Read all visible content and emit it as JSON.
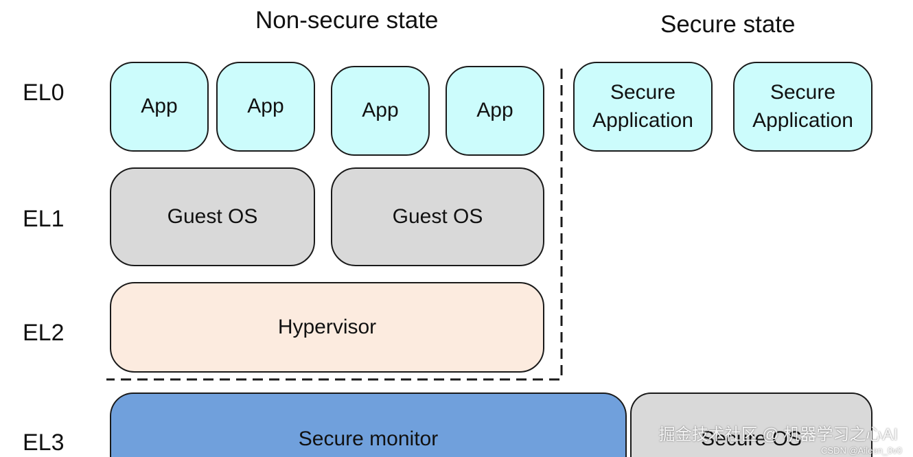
{
  "titles": {
    "non_secure": "Non-secure state",
    "secure": "Secure state"
  },
  "exception_levels": [
    "EL0",
    "EL1",
    "EL2",
    "EL3"
  ],
  "el0": {
    "apps": [
      "App",
      "App",
      "App",
      "App"
    ],
    "secure_apps": [
      {
        "line1": "Secure",
        "line2": "Application"
      },
      {
        "line1": "Secure",
        "line2": "Application"
      }
    ]
  },
  "el1": {
    "guest_os": [
      "Guest OS",
      "Guest OS"
    ]
  },
  "el2": {
    "hypervisor": "Hypervisor"
  },
  "el3": {
    "secure_monitor": "Secure monitor",
    "secure_os": "Secure OS"
  },
  "watermark": {
    "main": "掘金技术社区 @ 机器学习之心AI",
    "credit": "CSDN @Aileen_0v0"
  },
  "colors": {
    "app": "#ccfcfc",
    "guest_os": "#d9d9d9",
    "hypervisor": "#fcebdf",
    "secure_monitor": "#70a0dc",
    "secure_os": "#d9d9d9",
    "border": "#1a1a1a"
  }
}
